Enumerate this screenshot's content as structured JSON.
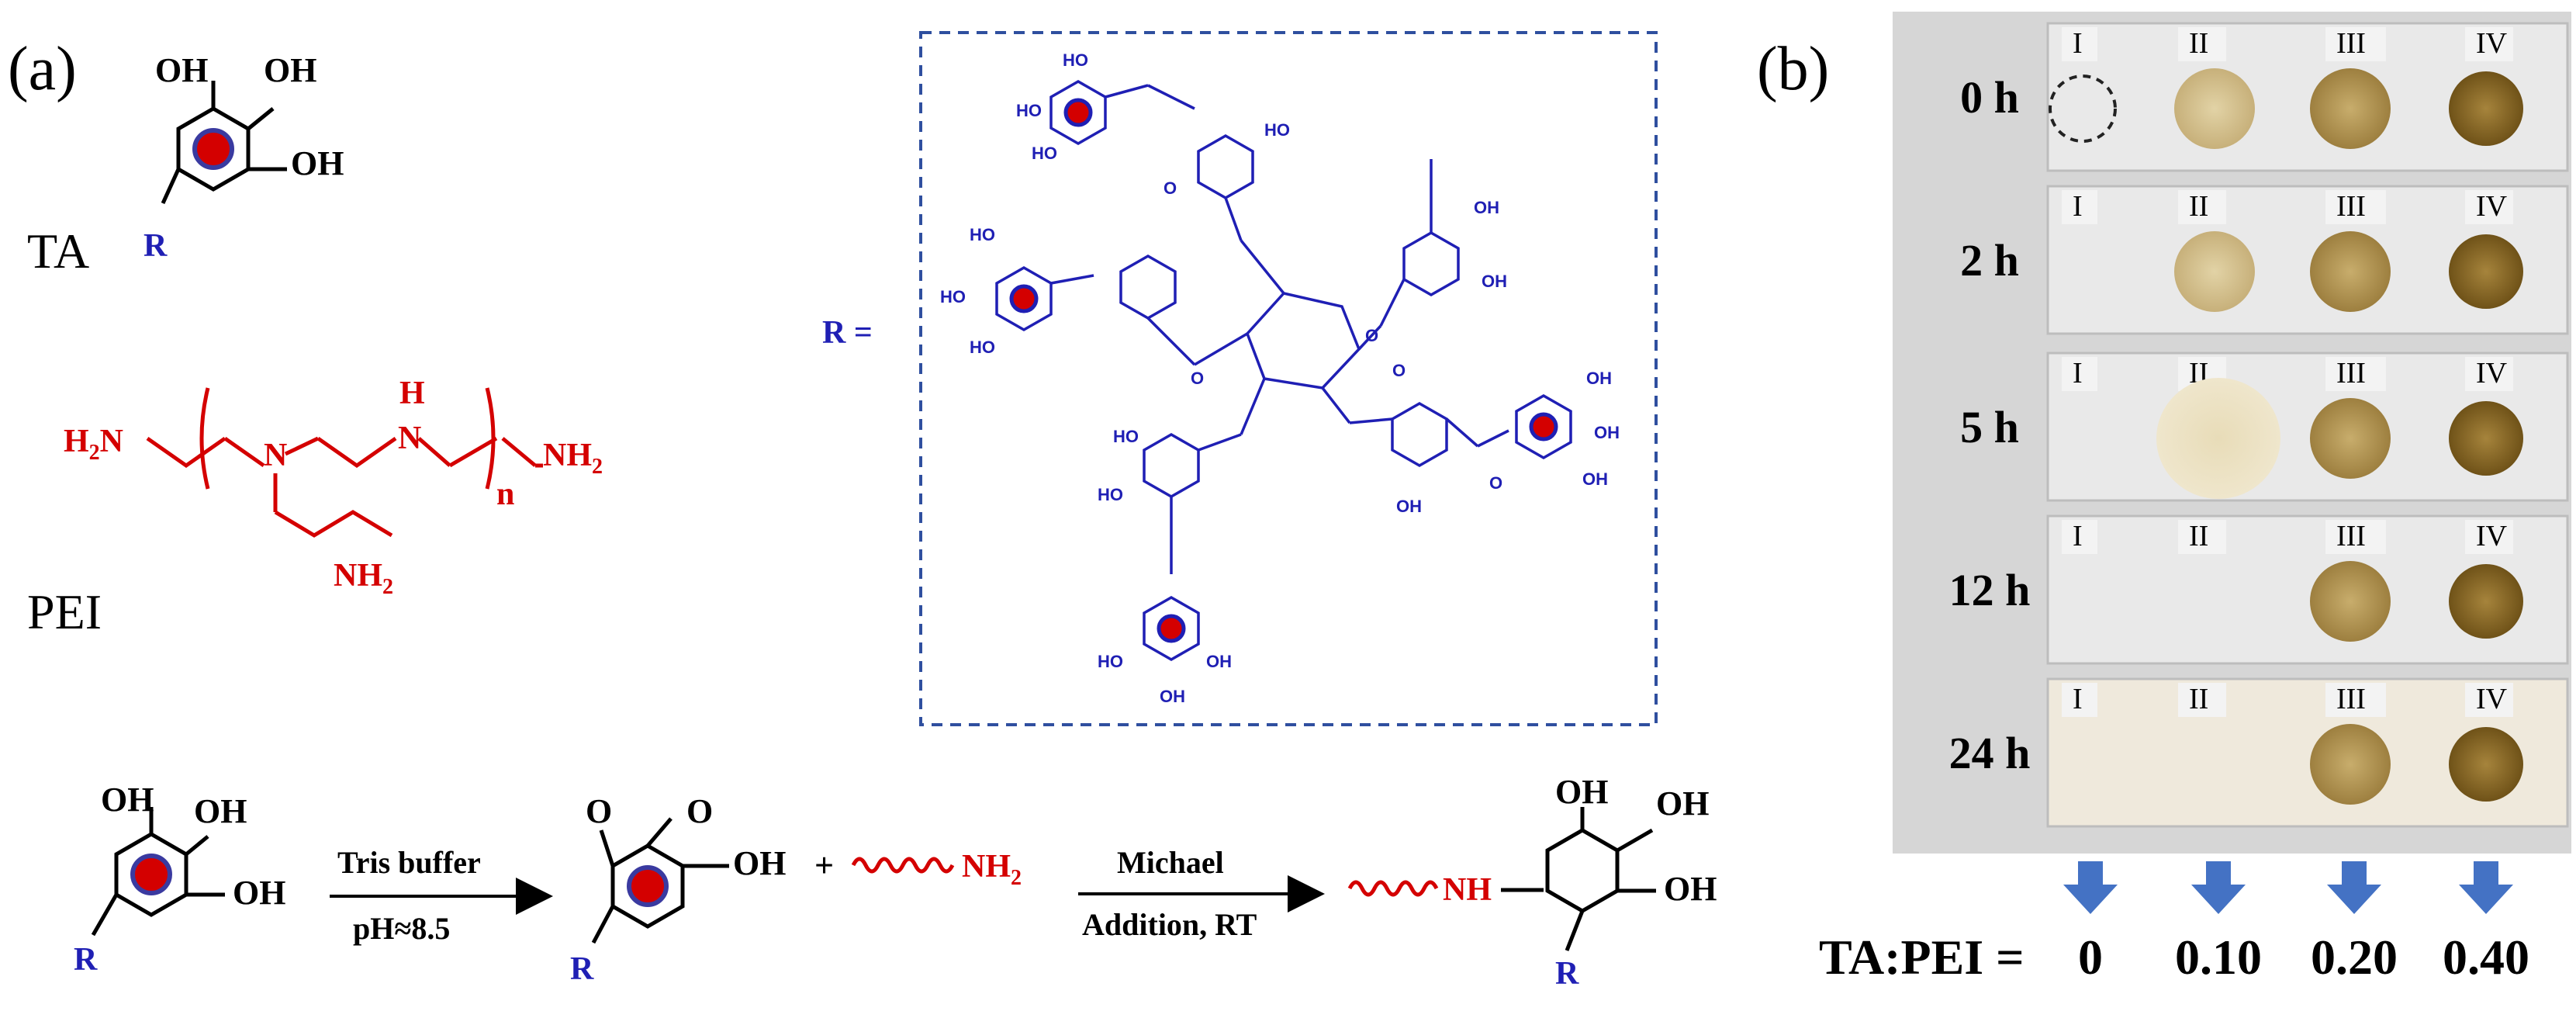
{
  "panel_a": {
    "label": "(a)",
    "ta": {
      "name": "TA",
      "oh": "OH",
      "r": "R"
    },
    "pei": {
      "name": "PEI",
      "h2n": "H2N",
      "n_atom": "N",
      "h_atom": "H",
      "nh2": "NH2",
      "n_sub": "n"
    },
    "r_def": {
      "label": "R =",
      "oh": "HO",
      "oh_right": "OH",
      "o": "O"
    },
    "reaction": {
      "oh": "OH",
      "o": "O",
      "r": "R",
      "plus": "+",
      "nh2": "NH2",
      "nh": "NH",
      "step1_top": "Tris buffer",
      "step1_bottom": "pH≈8.5",
      "step2_top": "Michael",
      "step2_bottom": "Addition, RT"
    }
  },
  "panel_b": {
    "label": "(b)",
    "times": [
      "0 h",
      "2 h",
      "5 h",
      "12 h",
      "24 h"
    ],
    "romans": [
      "I",
      "II",
      "III",
      "IV"
    ],
    "ratio_label": "TA:PEI =",
    "ratios": [
      "0",
      "0.10",
      "0.20",
      "0.40"
    ],
    "colors": {
      "arrow": "#4472c4",
      "frame": "#d8d8d8",
      "gel_light": "#d9c9a0",
      "gel_mid": "#b59a5e",
      "gel_dark": "#8a6a24"
    }
  }
}
